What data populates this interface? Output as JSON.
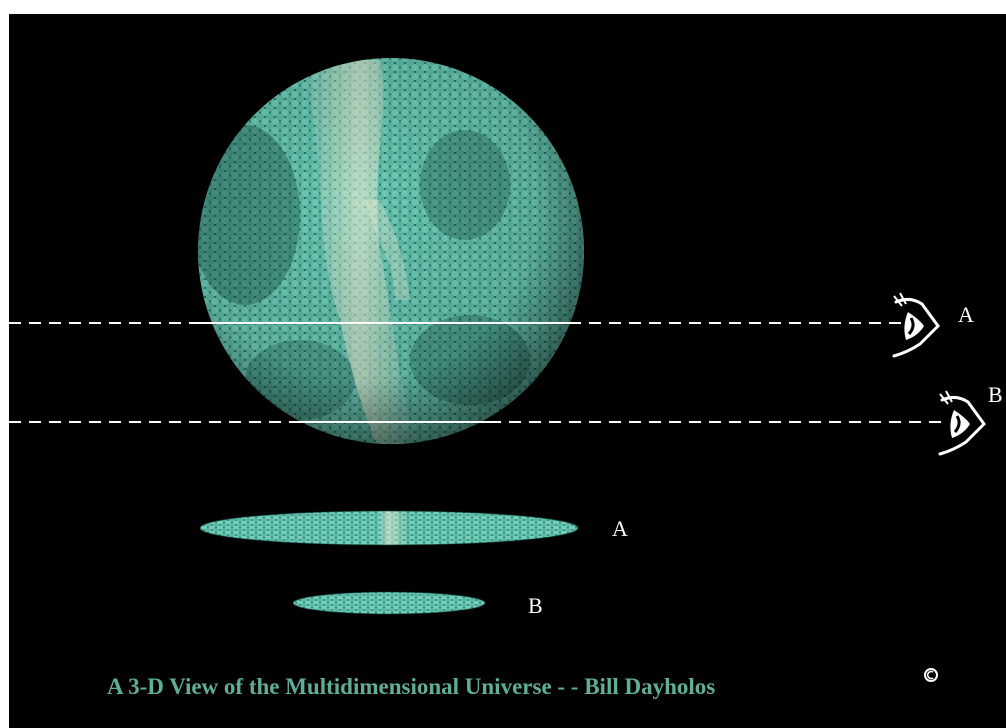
{
  "labels": {
    "eye_a": "A",
    "eye_b": "B",
    "slice_a": "A",
    "slice_b": "B"
  },
  "caption": "A 3-D View of the Multidimensional Universe - - Bill Dayholos",
  "copyright_symbol": "©",
  "icons": [
    "eye-icon",
    "copyright-icon"
  ],
  "colors": {
    "background": "#000000",
    "sphere_base": "#1f8a78",
    "cell": "#7cd3c2",
    "highlight": "#e4e6cc",
    "dashed_line": "#ffffff",
    "caption_text": "#5fae98"
  }
}
